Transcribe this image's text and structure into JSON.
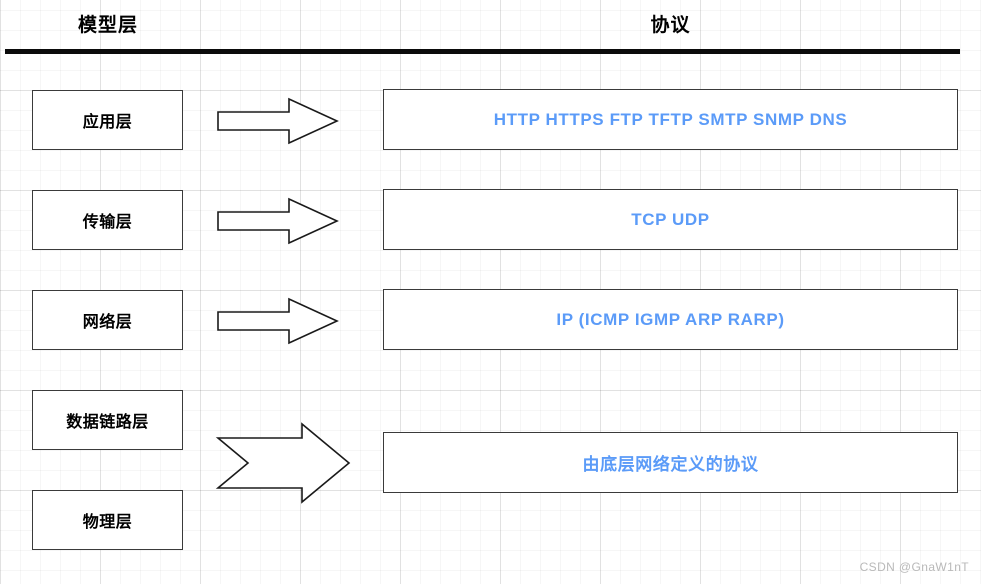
{
  "headers": {
    "model_column": "模型层",
    "protocol_column": "协议"
  },
  "colors": {
    "protocol_text": "#5b9bf8",
    "layer_text": "#000000",
    "box_border": "#3a3a3a",
    "divider": "#0b0b0b",
    "watermark": "#b9b9b9",
    "grid_line": "#e0e0e0",
    "background": "#ffffff"
  },
  "layers": [
    {
      "label": "应用层"
    },
    {
      "label": "传输层"
    },
    {
      "label": "网络层"
    },
    {
      "label": "数据链路层"
    },
    {
      "label": "物理层"
    }
  ],
  "protocols": [
    {
      "label": "HTTP HTTPS FTP TFTP SMTP SNMP DNS"
    },
    {
      "label": "TCP UDP"
    },
    {
      "label": "IP (ICMP IGMP ARP RARP)"
    },
    {
      "label": "由底层网络定义的协议"
    }
  ],
  "arrows": [
    {
      "name": "arrow-application",
      "kind": "block-arrow-right"
    },
    {
      "name": "arrow-transport",
      "kind": "block-arrow-right"
    },
    {
      "name": "arrow-network",
      "kind": "block-arrow-right"
    },
    {
      "name": "arrow-link-physical",
      "kind": "chevron-tail-arrow-right"
    }
  ],
  "watermark": {
    "text": "CSDN @GnaW1nT"
  }
}
